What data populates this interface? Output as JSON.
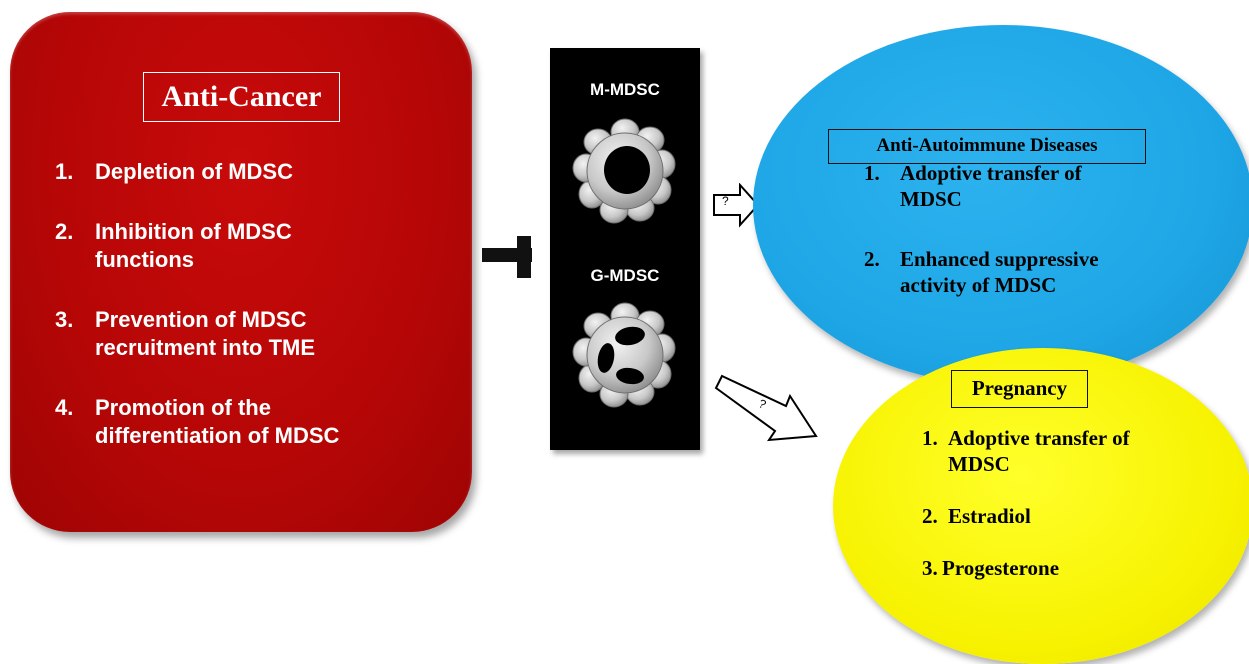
{
  "anti_cancer": {
    "title": "Anti-Cancer",
    "items": [
      {
        "num": "1.",
        "text": "Depletion of MDSC"
      },
      {
        "num": "2.",
        "text": "Inhibition of MDSC functions"
      },
      {
        "num": "3.",
        "text": "Prevention of MDSC recruitment into TME"
      },
      {
        "num": "4.",
        "text": "Promotion of the differentiation of MDSC"
      }
    ]
  },
  "mdsc": {
    "m_label": "M-MDSC",
    "g_label": "G-MDSC"
  },
  "arrows": {
    "to_autoimmune_label": "?",
    "to_pregnancy_label": "?"
  },
  "anti_autoimmune": {
    "title": "Anti-Autoimmune Diseases",
    "items": [
      {
        "num": "1.",
        "text": "Adoptive transfer of MDSC"
      },
      {
        "num": "2.",
        "text": "Enhanced suppressive activity of MDSC"
      }
    ]
  },
  "pregnancy": {
    "title": "Pregnancy",
    "items": [
      {
        "num": "1.",
        "text": "Adoptive transfer of MDSC"
      },
      {
        "num": "2.",
        "text": "Estradiol"
      },
      {
        "num": "3.",
        "text": "Progesterone"
      }
    ]
  },
  "colors": {
    "anti_cancer_fill": "#b50606",
    "autoimmune_fill": "#1ea6e6",
    "pregnancy_fill": "#f7f200",
    "mdsc_panel": "#000000"
  }
}
